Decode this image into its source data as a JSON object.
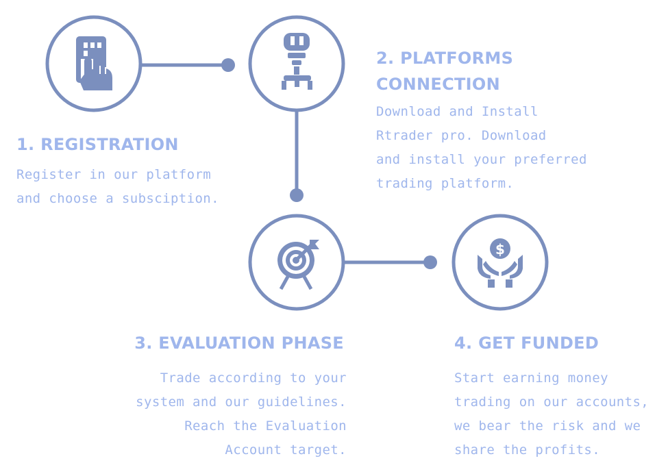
{
  "colors": {
    "accent": "#7b8fbe",
    "text": "#9fb6ec",
    "background": "#ffffff"
  },
  "steps": [
    {
      "icon": "hand-tapping-phone-icon",
      "title_lines": [
        "1. REGISTRATION"
      ],
      "description_lines": [
        "Register in our platform",
        "and choose a subsciption."
      ]
    },
    {
      "icon": "plug-icon",
      "title_lines": [
        "2. PLATFORMS",
        "CONNECTION"
      ],
      "description_lines": [
        "Download and Install",
        "Rtrader pro. Download",
        "and install your preferred",
        "trading platform."
      ]
    },
    {
      "icon": "target-arrow-icon",
      "title_lines": [
        "3. EVALUATION PHASE"
      ],
      "description_lines": [
        "Trade according to your",
        "system and our guidelines.",
        "Reach the Evaluation",
        "Account target."
      ]
    },
    {
      "icon": "hands-coin-icon",
      "title_lines": [
        "4. GET FUNDED"
      ],
      "description_lines": [
        "Start earning money",
        "trading on our accounts,",
        "we bear the risk and we",
        "share the profits."
      ]
    }
  ]
}
